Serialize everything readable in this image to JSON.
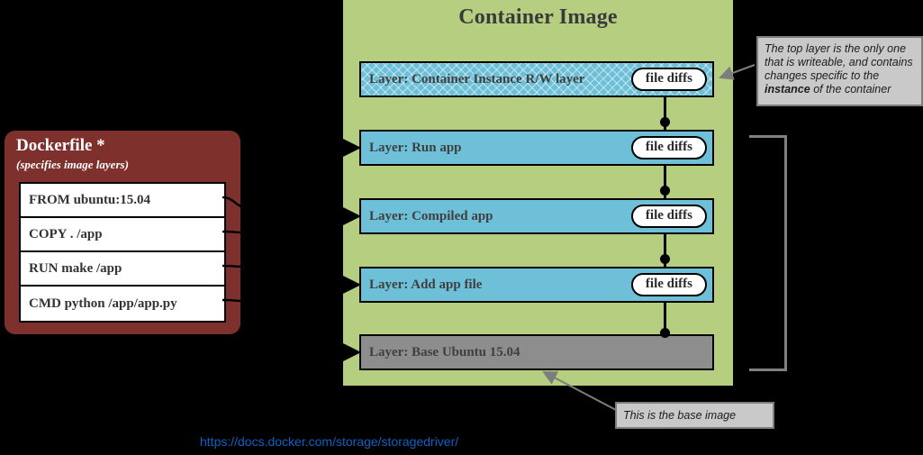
{
  "container": {
    "title": "Container Image",
    "bg_color": "#b5ce80",
    "layers": [
      {
        "label": "Layer: Container Instance R/W layer",
        "badge": "file diffs",
        "style": "hatch",
        "has_badge": true,
        "has_in_arrow": false
      },
      {
        "label": "Layer: Run app",
        "badge": "file diffs",
        "style": "blue",
        "has_badge": true,
        "has_in_arrow": true
      },
      {
        "label": "Layer: Compiled app",
        "badge": "file diffs",
        "style": "blue",
        "has_badge": true,
        "has_in_arrow": true
      },
      {
        "label": "Layer: Add app file",
        "badge": "file diffs",
        "style": "blue",
        "has_badge": true,
        "has_in_arrow": true
      },
      {
        "label": "Layer: Base Ubuntu 15.04",
        "badge": "",
        "style": "gray",
        "has_badge": false,
        "has_in_arrow": true
      }
    ]
  },
  "dockerfile": {
    "title": "Dockerfile *",
    "subtitle": "(specifies image layers)",
    "bg_color": "#7e302c",
    "instructions": [
      "FROM ubuntu:15.04",
      "COPY . /app",
      "RUN make /app",
      "CMD python /app/app.py"
    ]
  },
  "notes": {
    "top_layer": {
      "line1": "The top layer is the only one",
      "line2": "that is writeable, and contains",
      "line3": "changes specific to the",
      "line4_bold": "instance",
      "line4_rest": " of the container"
    },
    "base_image": {
      "text": "This is the base image"
    }
  },
  "source": {
    "url": "https://docs.docker.com/storage/storagedriver/",
    "color": "#0b62c4"
  },
  "icons": {
    "arrow_right": "arrow-right-icon",
    "arrow_callout": "callout-arrow-icon",
    "bracket": "bracket-icon",
    "spine_dot": "connector-dot-icon"
  }
}
